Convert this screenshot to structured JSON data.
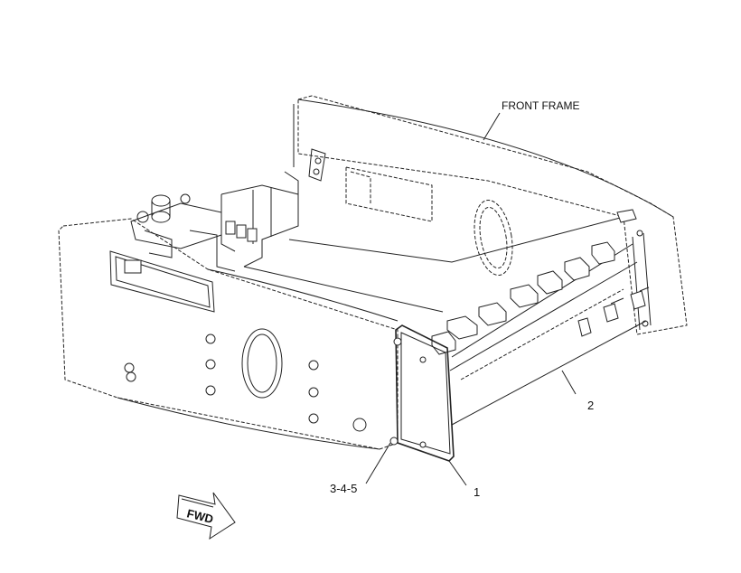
{
  "labels": {
    "front_frame": "FRONT FRAME",
    "part_1": "1",
    "part_2": "2",
    "part_345": "3-4-5",
    "fwd": "FWD"
  },
  "icons": {
    "fwd_arrow": "fwd-arrow-icon"
  }
}
